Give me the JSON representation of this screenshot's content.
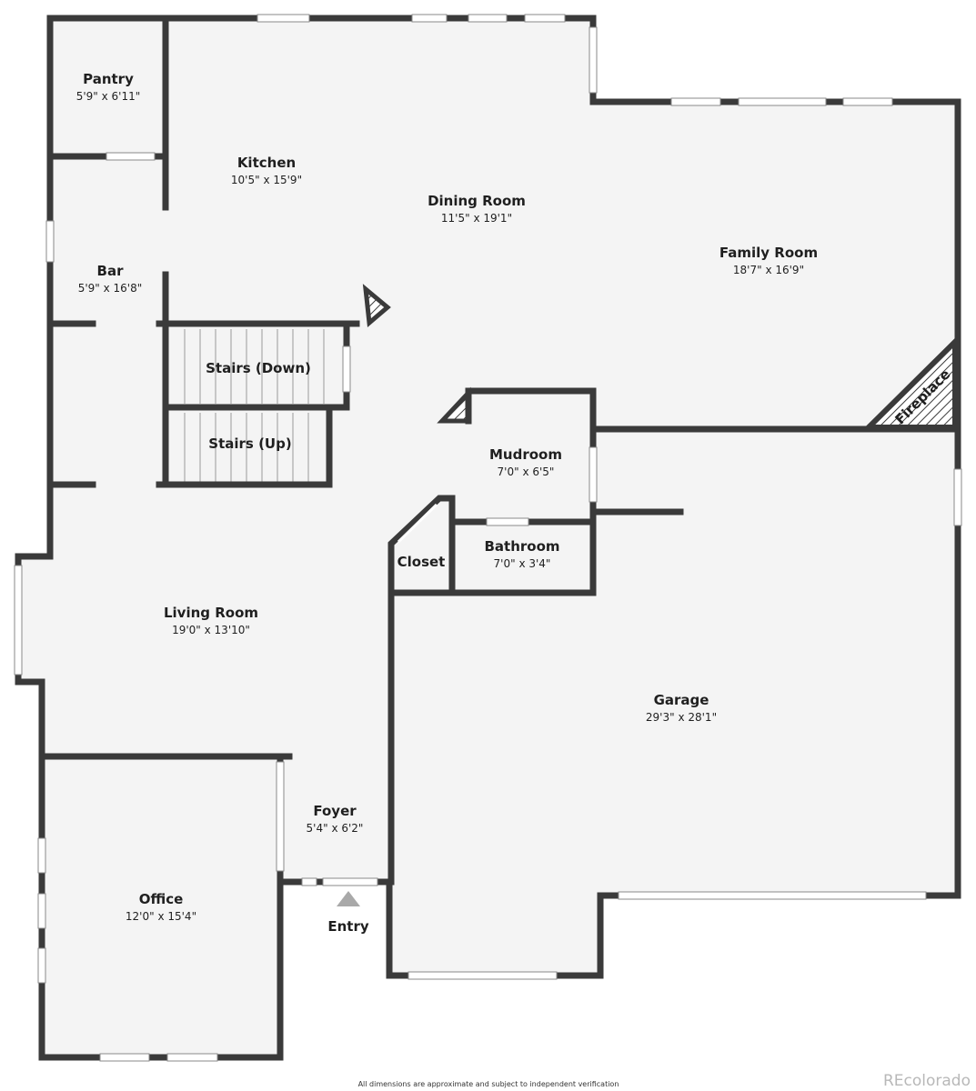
{
  "colors": {
    "wall": "#3a3a3a",
    "floor": "#f4f4f4",
    "window": "#ffffff",
    "hatch": "#3a3a3a",
    "marker": "#a9a9a9"
  },
  "rooms": {
    "pantry": {
      "name": "Pantry",
      "dims": "5'9\" x 6'11\""
    },
    "kitchen": {
      "name": "Kitchen",
      "dims": "10'5\" x 15'9\""
    },
    "dining": {
      "name": "Dining Room",
      "dims": "11'5\" x 19'1\""
    },
    "family": {
      "name": "Family Room",
      "dims": "18'7\" x 16'9\""
    },
    "bar": {
      "name": "Bar",
      "dims": "5'9\" x 16'8\""
    },
    "stairs_down": {
      "name": "Stairs (Down)"
    },
    "stairs_up": {
      "name": "Stairs (Up)"
    },
    "mudroom": {
      "name": "Mudroom",
      "dims": "7'0\" x 6'5\""
    },
    "bathroom": {
      "name": "Bathroom",
      "dims": "7'0\" x 3'4\""
    },
    "closet": {
      "name": "Closet"
    },
    "living": {
      "name": "Living Room",
      "dims": "19'0\" x 13'10\""
    },
    "garage": {
      "name": "Garage",
      "dims": "29'3\" x 28'1\""
    },
    "foyer": {
      "name": "Foyer",
      "dims": "5'4\" x 6'2\""
    },
    "office": {
      "name": "Office",
      "dims": "12'0\" x 15'4\""
    }
  },
  "fireplace_label": "Fireplace",
  "entry_label": "Entry",
  "disclaimer": "All dimensions are approximate and subject to independent verification",
  "brand": "REcolorado"
}
